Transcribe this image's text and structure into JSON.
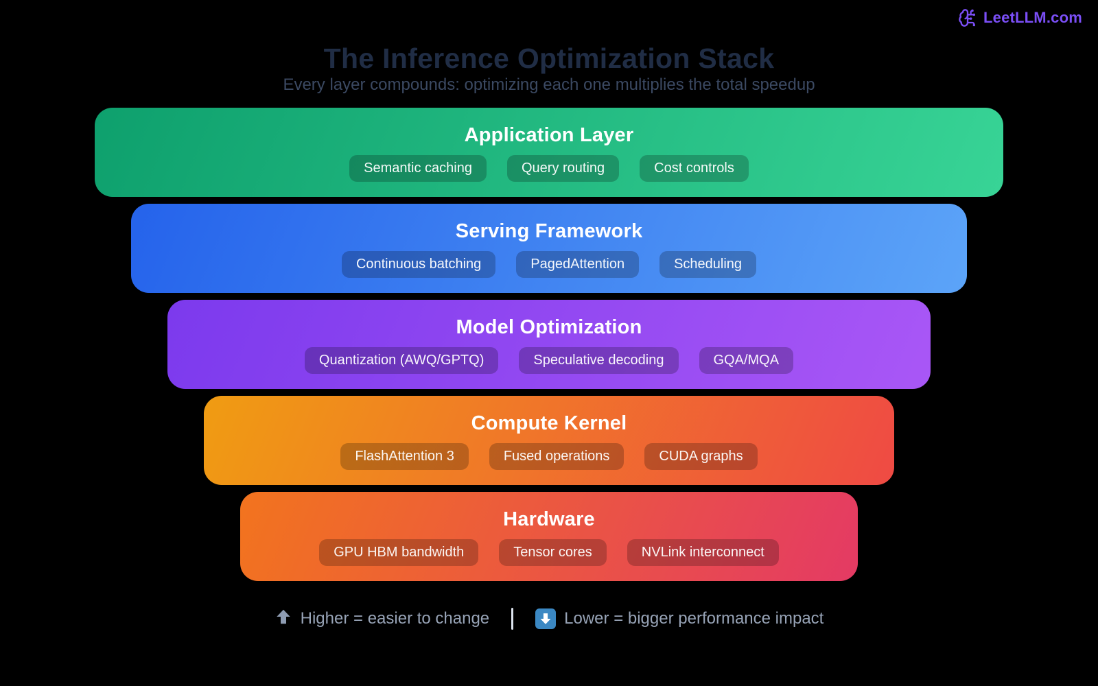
{
  "brand": {
    "name": "LeetLLM.com",
    "color": "#7b4ff7",
    "icon": "brain-circuit-icon"
  },
  "header": {
    "title": "The Inference Optimization Stack",
    "subtitle": "Every layer compounds: optimizing each one multiplies the total speedup",
    "title_color": "#202d45",
    "subtitle_color": "#3b4962"
  },
  "layers": [
    {
      "title": "Application Layer",
      "chips": [
        "Semantic caching",
        "Query routing",
        "Cost controls"
      ],
      "gradient": {
        "from": "#0ea06d",
        "to": "#38d496"
      }
    },
    {
      "title": "Serving Framework",
      "chips": [
        "Continuous batching",
        "PagedAttention",
        "Scheduling"
      ],
      "gradient": {
        "from": "#2563eb",
        "to": "#5ca4f8"
      }
    },
    {
      "title": "Model Optimization",
      "chips": [
        "Quantization (AWQ/GPTQ)",
        "Speculative decoding",
        "GQA/MQA"
      ],
      "gradient": {
        "from": "#7c3aed",
        "to": "#a957f6"
      }
    },
    {
      "title": "Compute Kernel",
      "chips": [
        "FlashAttention 3",
        "Fused operations",
        "CUDA graphs"
      ],
      "gradient": {
        "from": "#f09c12",
        "to": "#ef4a44"
      }
    },
    {
      "title": "Hardware",
      "chips": [
        "GPU HBM bandwidth",
        "Tensor cores",
        "NVLink interconnect"
      ],
      "gradient": {
        "from": "#f2741e",
        "to": "#e43a64"
      }
    }
  ],
  "legend": {
    "higher_label": "Higher = easier to change",
    "lower_label": "Lower = bigger performance impact",
    "text_color": "#97a3b6",
    "up_arrow_color": "#8e9cb2",
    "down_arrow_bg": "#3b88c3",
    "down_arrow_color": "#ffffff"
  }
}
